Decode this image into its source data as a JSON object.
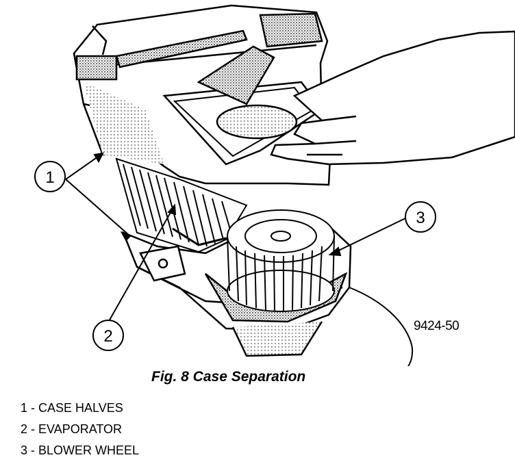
{
  "figure": {
    "id": "9424-50",
    "caption": "Fig. 8 Case Separation"
  },
  "callouts": [
    {
      "num": "1"
    },
    {
      "num": "2"
    },
    {
      "num": "3"
    }
  ],
  "legend": [
    {
      "text": "1 - CASE HALVES"
    },
    {
      "text": "2 - EVAPORATOR"
    },
    {
      "text": "3 - BLOWER WHEEL"
    }
  ],
  "colors": {
    "ink": "#000000",
    "paper": "#ffffff",
    "shade": "#bdbdbd"
  }
}
